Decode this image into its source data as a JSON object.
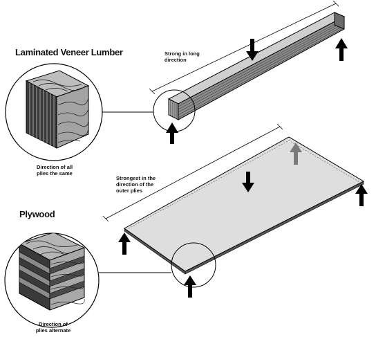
{
  "lvl": {
    "title": "Laminated Veneer Lumber",
    "strength_note": [
      "Strong in long",
      "direction"
    ],
    "ply_note": [
      "Direction of all",
      "plies the same"
    ]
  },
  "plywood": {
    "title": "Plywood",
    "strength_note": [
      "Strongest in the",
      "direction of the",
      "outer plies"
    ],
    "ply_note": [
      "Direction of",
      "plies alternate"
    ]
  }
}
